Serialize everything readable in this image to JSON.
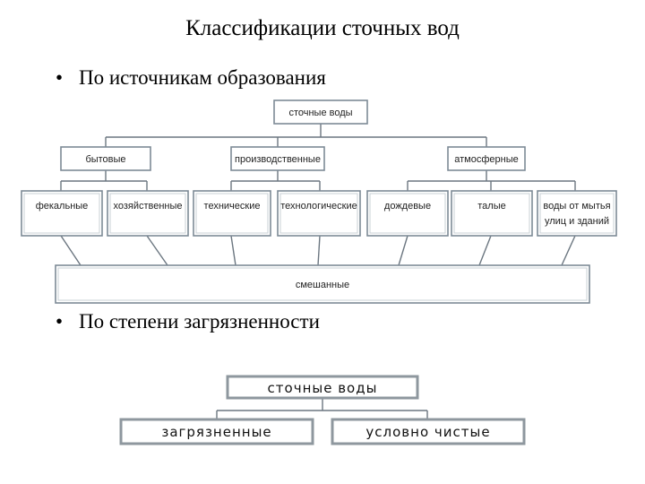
{
  "title": "Классификации сточных вод",
  "bullet1": "По источникам образования",
  "bullet2": "По степени загрязненности",
  "diagram1": {
    "root": "сточные воды",
    "level1": [
      "бытовые",
      "производственные",
      "атмосферные"
    ],
    "level2": [
      "фекальные",
      "хозяйственные",
      "технические",
      "технологические",
      "дождевые",
      "талые",
      "воды от мытья",
      "улиц и зданий"
    ],
    "bottom": "смешанные"
  },
  "diagram2": {
    "root": "сточные воды",
    "children": [
      "загрязненные",
      "условно чистые"
    ]
  },
  "colors": {
    "box_border": "#7d8a96",
    "line": "#6b7680"
  }
}
